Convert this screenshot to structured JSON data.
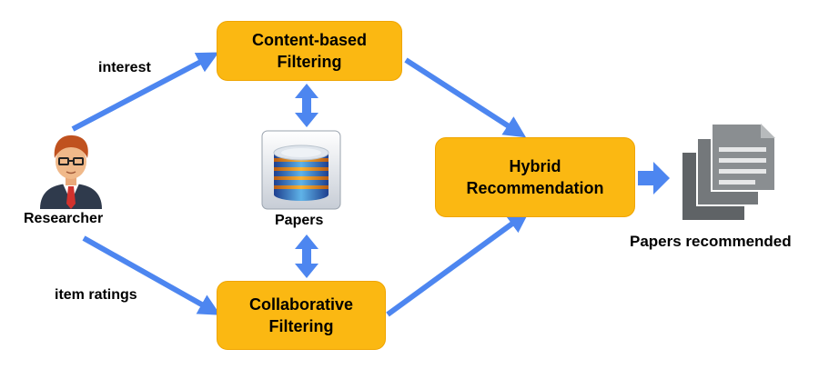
{
  "nodes": {
    "content_filtering": "Content-based\nFiltering",
    "collaborative_filtering": "Collaborative\nFiltering",
    "hybrid": "Hybrid\nRecommendation"
  },
  "labels": {
    "interest": "interest",
    "item_ratings": "item ratings",
    "researcher": "Researcher",
    "papers": "Papers",
    "papers_recommended": "Papers recommended"
  },
  "icons": {
    "researcher": "person-icon",
    "papers": "database-icon",
    "output": "documents-icon"
  },
  "colors": {
    "box_fill": "#fbb812",
    "arrow": "#4d86f0"
  }
}
